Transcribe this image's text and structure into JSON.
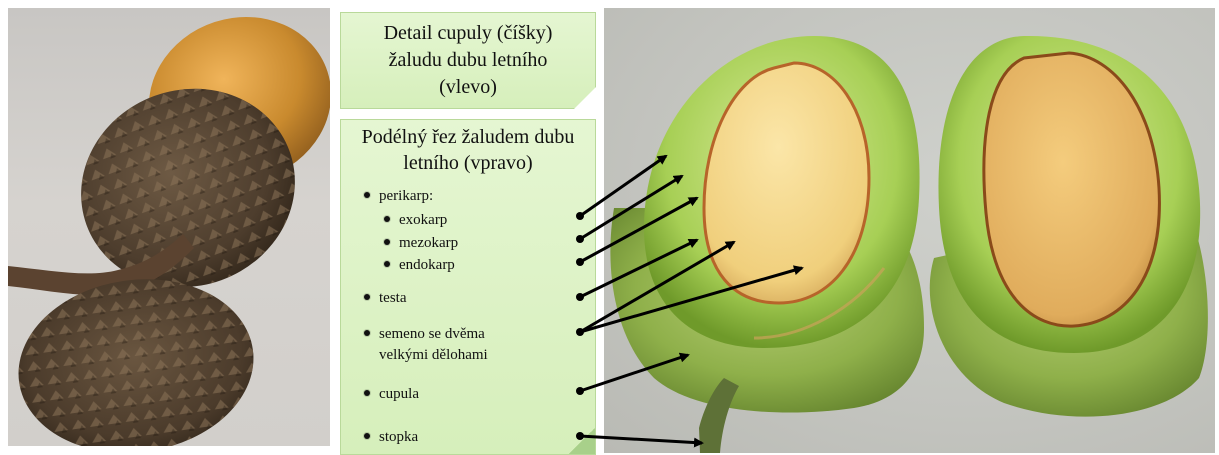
{
  "box_top": {
    "lines": [
      "Detail cupuly (číšky)",
      "žaludu dubu letního",
      "(vlevo)"
    ]
  },
  "box_main": {
    "heading_lines": [
      "Podélný řez žaludem dubu",
      "letního (vpravo)"
    ],
    "items": [
      {
        "text": "perikarp:"
      },
      {
        "text": "exokarp"
      },
      {
        "text": "mezokarp"
      },
      {
        "text": "endokarp"
      },
      {
        "text": "testa"
      },
      {
        "text": "semeno se dvěma"
      },
      {
        "text": "velkými dělohami"
      },
      {
        "text": "cupula"
      },
      {
        "text": "stopka"
      }
    ]
  },
  "colors": {
    "callout_fill": "#d6efbb",
    "arrow": "#000000",
    "acorn_shell": "#c98a2e",
    "cupule_brown": "#5a4632",
    "seed_flesh": "#f3d58a",
    "pericarp_green": "#a7cf55"
  }
}
